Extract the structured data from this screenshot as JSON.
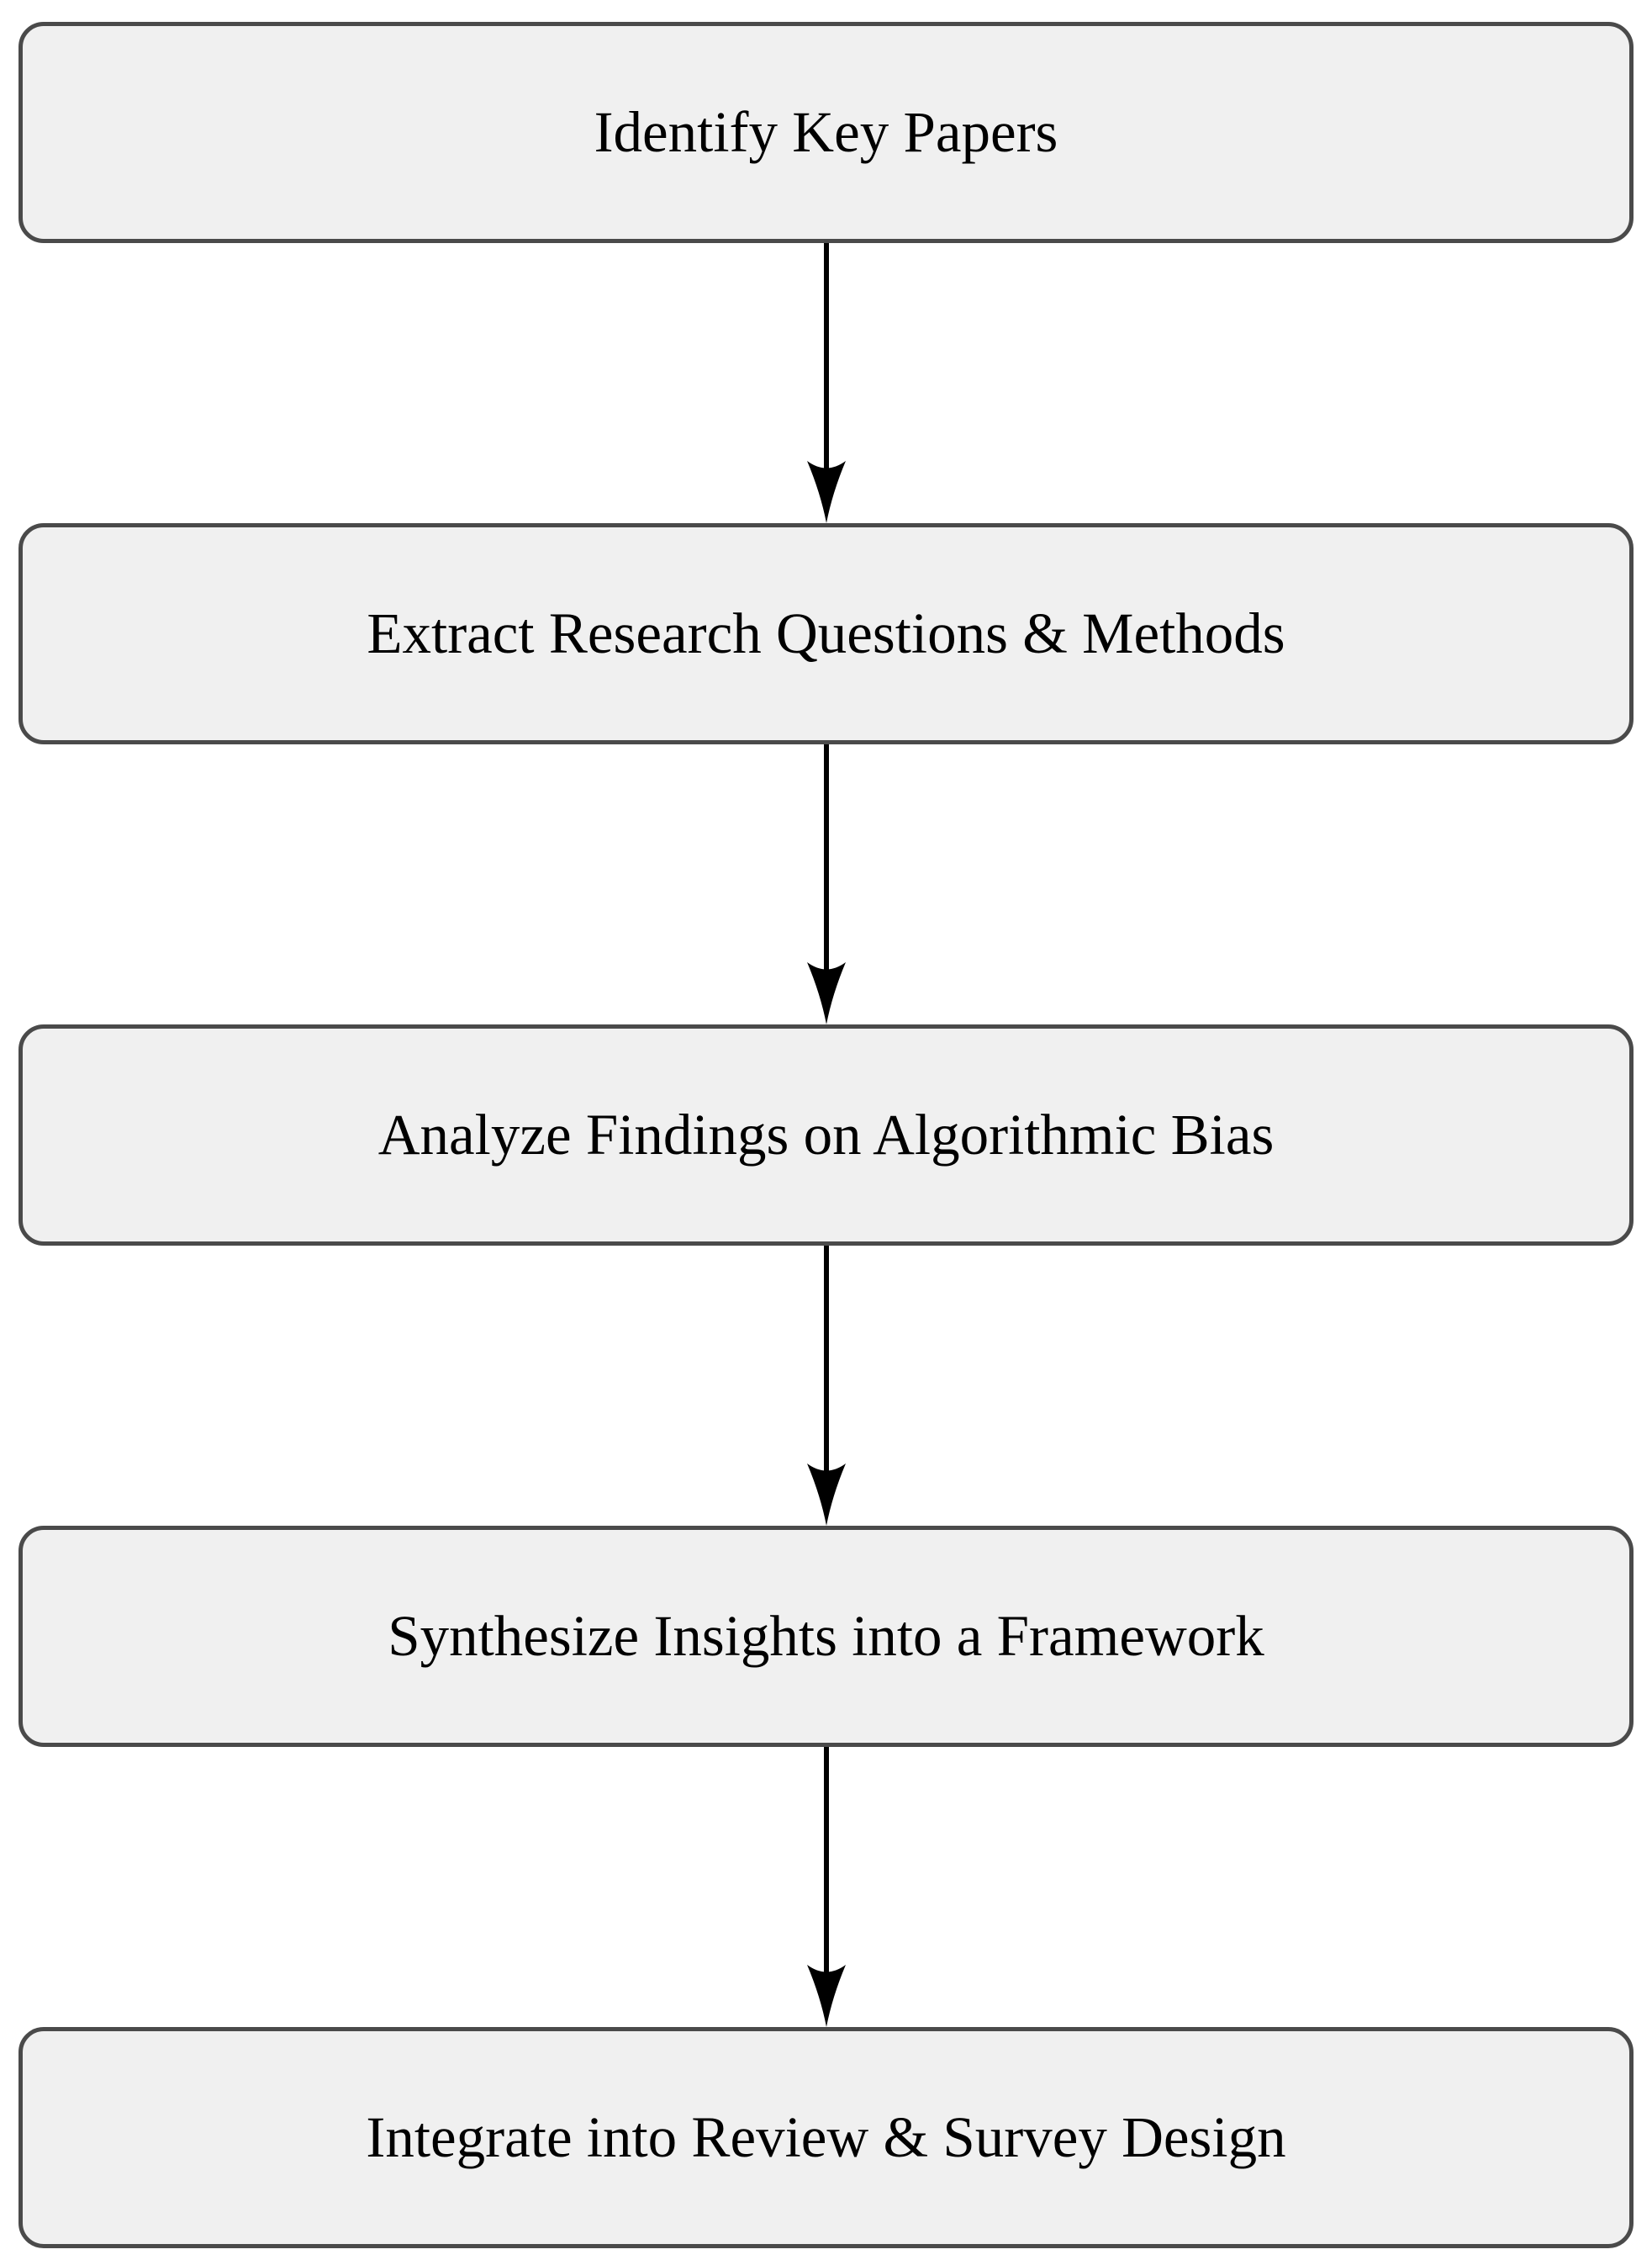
{
  "diagram": {
    "type": "flowchart",
    "direction": "top-to-bottom",
    "nodes": [
      {
        "id": "identify",
        "label": "Identify Key Papers"
      },
      {
        "id": "extract",
        "label": "Extract Research Questions & Methods"
      },
      {
        "id": "analyze",
        "label": "Analyze Findings on Algorithmic Bias"
      },
      {
        "id": "synthesize",
        "label": "Synthesize Insights into a Framework"
      },
      {
        "id": "integrate",
        "label": "Integrate into Review & Survey Design"
      }
    ],
    "edges": [
      {
        "from": "identify",
        "to": "extract"
      },
      {
        "from": "extract",
        "to": "analyze"
      },
      {
        "from": "analyze",
        "to": "synthesize"
      },
      {
        "from": "synthesize",
        "to": "integrate"
      }
    ],
    "colors": {
      "background": "#ffffff",
      "node_fill": "#f0f0f0",
      "node_border": "#4a4a4a",
      "arrow": "#000000",
      "text": "#000000"
    }
  }
}
